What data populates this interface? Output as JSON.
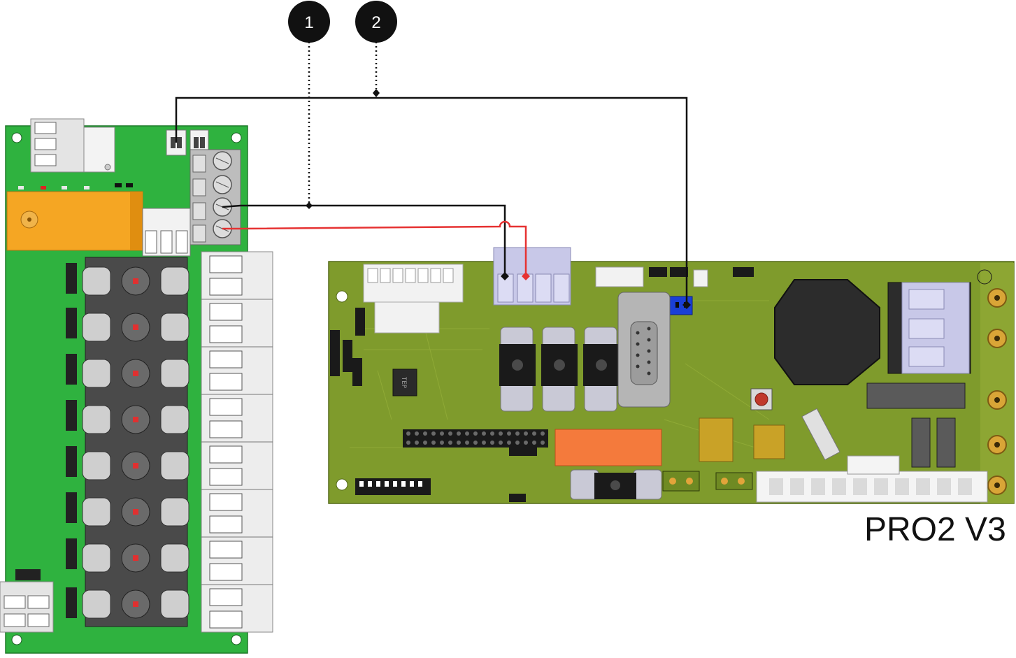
{
  "callouts": [
    {
      "number": "1"
    },
    {
      "number": "2"
    }
  ],
  "board_label": "PRO2 V3",
  "colors": {
    "left_board_green": "#2fb23f",
    "right_board_green": "#7f9b2c",
    "wire_black": "#111111",
    "wire_red": "#e63232",
    "relay_orange": "#f5a623",
    "jumper_blue": "#1a3fd6",
    "callout_fill": "#111111"
  },
  "icons": {
    "callout_marker": "numbered-circle-icon",
    "wire_junction": "diamond-icon"
  }
}
